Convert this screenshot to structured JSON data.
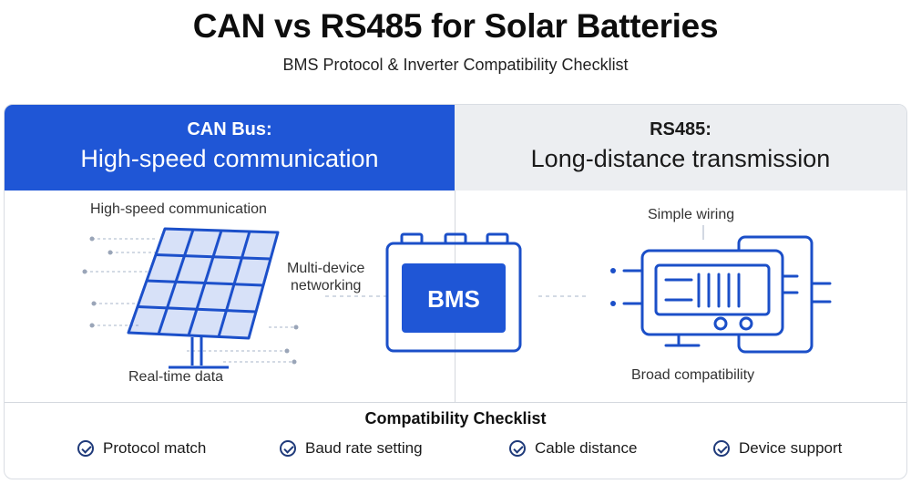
{
  "header": {
    "title": "CAN vs RS485 for Solar Batteries",
    "subtitle": "BMS Protocol & Inverter Compatibility Checklist"
  },
  "can": {
    "label": "CAN Bus:",
    "tagline": "High-speed communication",
    "features": {
      "top": "High-speed communication",
      "middle_line1": "Multi-device",
      "middle_line2": "networking",
      "bottom": "Real-time data"
    }
  },
  "rs485": {
    "label": "RS485:",
    "tagline": "Long-distance transmission",
    "features": {
      "top": "Simple wiring",
      "bottom": "Broad compatibility"
    }
  },
  "center": {
    "bms_label": "BMS"
  },
  "checklist": {
    "title": "Compatibility Checklist",
    "items": [
      "Protocol match",
      "Baud rate setting",
      "Cable distance",
      "Device support"
    ]
  },
  "colors": {
    "accent": "#1f56d6",
    "icon_stroke": "#1b4fc8",
    "panel_grey": "#eceef1"
  }
}
